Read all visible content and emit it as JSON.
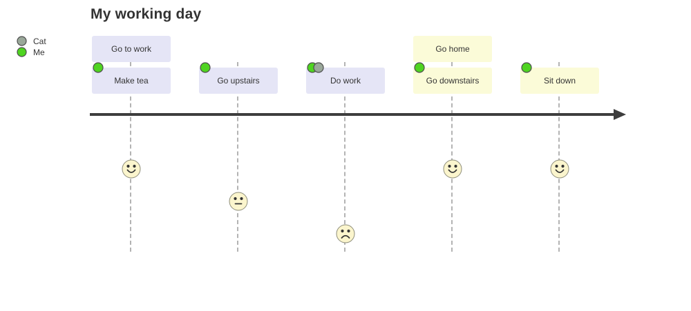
{
  "title": "My working day",
  "legend": {
    "items": [
      {
        "label": "Cat",
        "color": "#9aa89a"
      },
      {
        "label": "Me",
        "color": "#4fd421"
      }
    ]
  },
  "palette": {
    "section_go_to_work_fill": "#e5e5f6",
    "section_go_home_fill": "#fbfbd8",
    "axis_color": "#3d3d3d",
    "face_fill": "#fbf5cd",
    "face_stroke": "#8d8d7a",
    "dashed_line_color": "#b3b3b3"
  },
  "timeline": {
    "sections": [
      {
        "label": "Go to work"
      },
      {
        "label": "Go home"
      }
    ],
    "tasks": [
      {
        "label": "Make tea",
        "section": "Go to work",
        "mood": "happy",
        "score": 5,
        "actors": [
          "Me"
        ]
      },
      {
        "label": "Go upstairs",
        "section": "Go to work",
        "mood": "neutral",
        "score": 3,
        "actors": [
          "Me"
        ]
      },
      {
        "label": "Do work",
        "section": "Go to work",
        "mood": "sad",
        "score": 1,
        "actors": [
          "Me",
          "Cat"
        ]
      },
      {
        "label": "Go downstairs",
        "section": "Go home",
        "mood": "happy",
        "score": 5,
        "actors": [
          "Me"
        ]
      },
      {
        "label": "Sit down",
        "section": "Go home",
        "mood": "happy",
        "score": 5,
        "actors": [
          "Me"
        ]
      }
    ]
  }
}
